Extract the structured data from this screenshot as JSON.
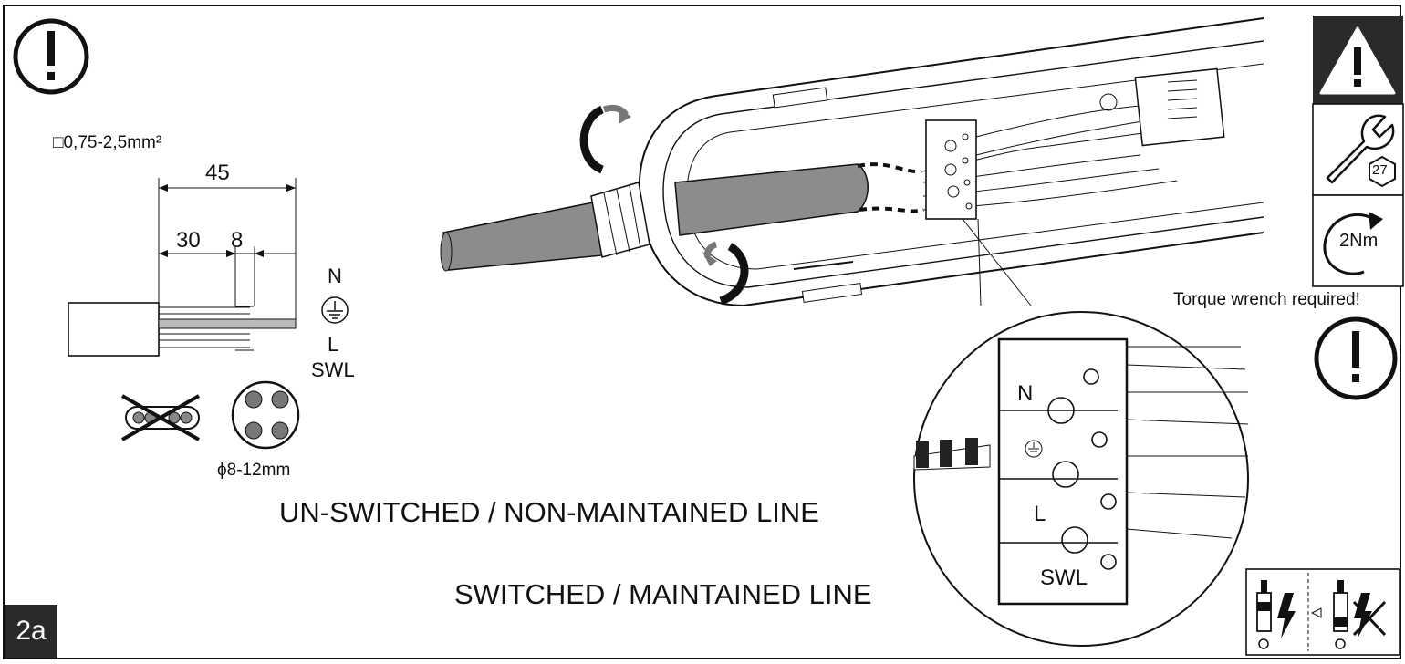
{
  "step": "2a",
  "wire": {
    "cross_section": "□0,75-2,5mm²",
    "dim_total": "45",
    "dim_outer": "30",
    "dim_inner": "8",
    "cable_diameter": "ϕ8-12mm"
  },
  "terminal_labels": [
    "N",
    "L",
    "SWL"
  ],
  "terminal_zoom_labels": [
    "N",
    "L",
    "SWL"
  ],
  "tools": {
    "wrench_size": "27",
    "torque": "2Nm",
    "note": "Torque wrench required!"
  },
  "lines": {
    "unswitched": "UN-SWITCHED / NON-MAINTAINED LINE",
    "switched": "SWITCHED / MAINTAINED LINE"
  },
  "colors": {
    "border": "#111111",
    "dark_panel": "#2a2a2a",
    "cable": "#8c8c8c"
  }
}
